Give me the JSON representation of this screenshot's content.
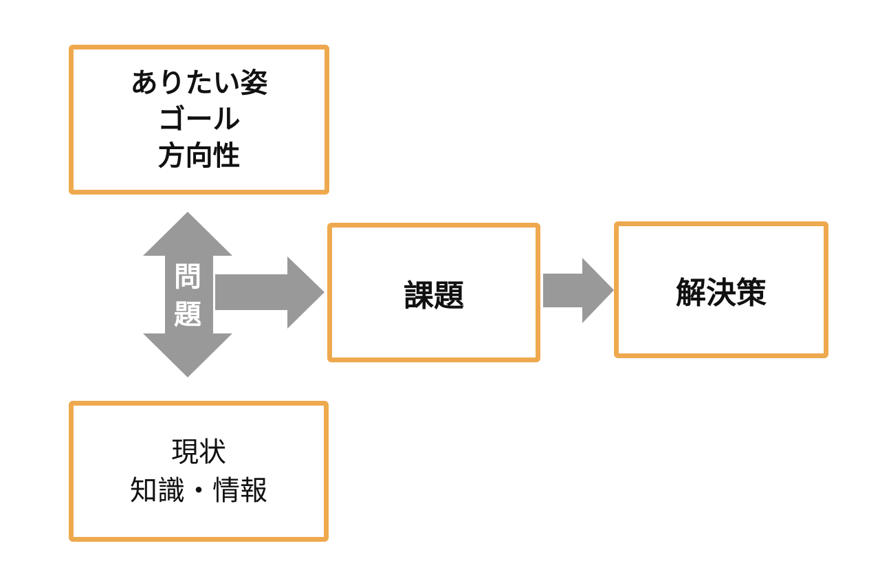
{
  "colors": {
    "background": "#ffffff",
    "accent": "#eea94f",
    "arrow": "#999999",
    "text": "#111111",
    "problem_text": "#ffffff"
  },
  "diagram": {
    "boxes": {
      "goal": {
        "lines": [
          "ありたい姿",
          "ゴール",
          "方向性"
        ]
      },
      "current": {
        "lines": [
          "現状",
          "知識・情報"
        ]
      },
      "task": {
        "label": "課題"
      },
      "solution": {
        "label": "解決策"
      }
    },
    "connector": {
      "problem_label": "問題"
    }
  }
}
